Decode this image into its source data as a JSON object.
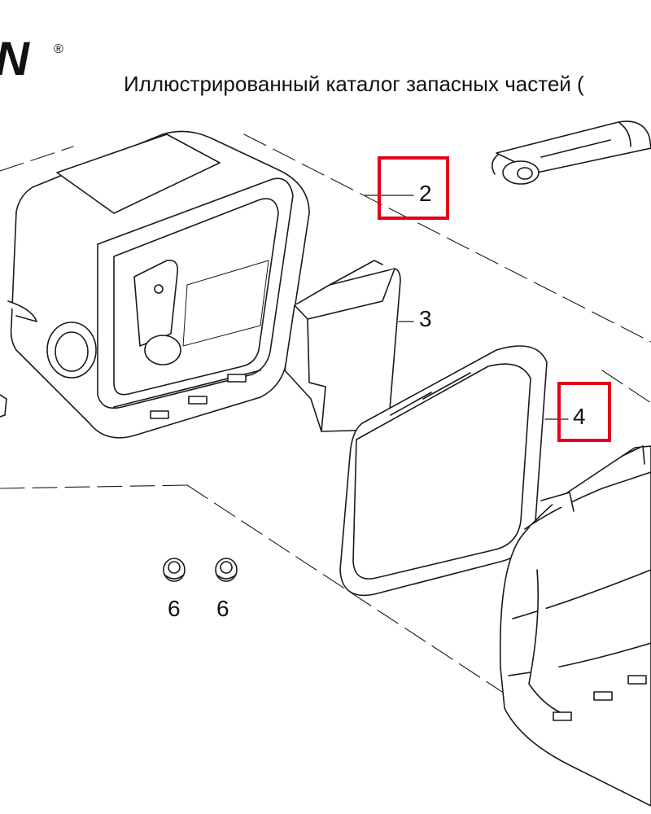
{
  "header": {
    "brand_letter": "N",
    "brand_mark": "®",
    "title": "Иллюстрированный каталог запасных частей ("
  },
  "parts": [
    {
      "number": "2"
    },
    {
      "number": "3"
    },
    {
      "number": "4"
    },
    {
      "number": "6"
    },
    {
      "number": "6"
    }
  ],
  "colors": {
    "highlight": "#e3001b",
    "line": "#1a1a1a",
    "fill": "#ffffff"
  },
  "icons": [
    "hose-connector",
    "air-filter-housing",
    "foam-filter",
    "paper-filter",
    "air-filter-cover",
    "flange-nut"
  ]
}
